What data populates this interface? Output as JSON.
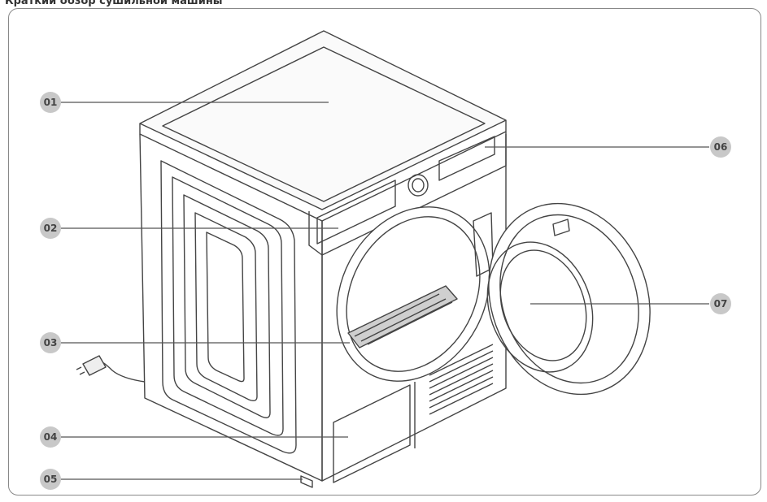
{
  "header": {
    "title": "Краткий обзор сушильной машины"
  },
  "callouts": [
    {
      "id": "01"
    },
    {
      "id": "02"
    },
    {
      "id": "03"
    },
    {
      "id": "04"
    },
    {
      "id": "05"
    },
    {
      "id": "06"
    },
    {
      "id": "07"
    }
  ],
  "colors": {
    "badge": "#c8c8c8",
    "stroke": "#444444",
    "leader": "#555555"
  }
}
